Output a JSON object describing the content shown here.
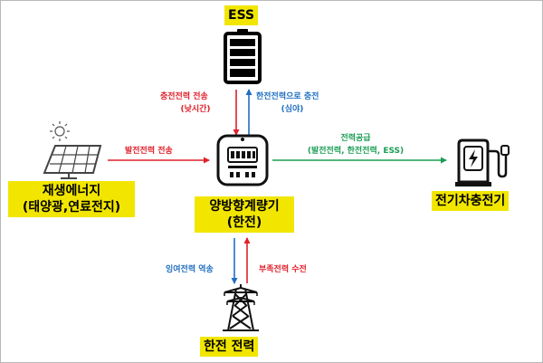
{
  "nodes": {
    "ess": "ESS",
    "renewable_line1": "재생에너지",
    "renewable_line2": "(태양광,연료전지)",
    "meter_line1": "양방향계량기",
    "meter_line2": "(한전)",
    "ev_charger": "전기차충전기",
    "grid": "한전 전력"
  },
  "edges": {
    "charge_power_send": "충전전력 전송",
    "daytime": "(낮시간)",
    "kepco_charge": "한전전력으로 충전",
    "night": "(심야)",
    "generation_send": "발전전력 전송",
    "power_supply": "전력공급",
    "power_supply_sources": "(발전전력, 한전전력, ESS)",
    "surplus_reverse": "잉여전력 역송",
    "shortage_receive": "부족전력 수전"
  },
  "icons": {
    "battery": "battery-icon",
    "solar": "solar-panel-icon",
    "meter": "electric-meter-icon",
    "charger": "ev-charger-icon",
    "tower": "transmission-tower-icon"
  },
  "colors": {
    "label_bg": "#f2e600",
    "red": "#e0202a",
    "blue": "#1f6fc0",
    "green": "#1a9e54"
  }
}
